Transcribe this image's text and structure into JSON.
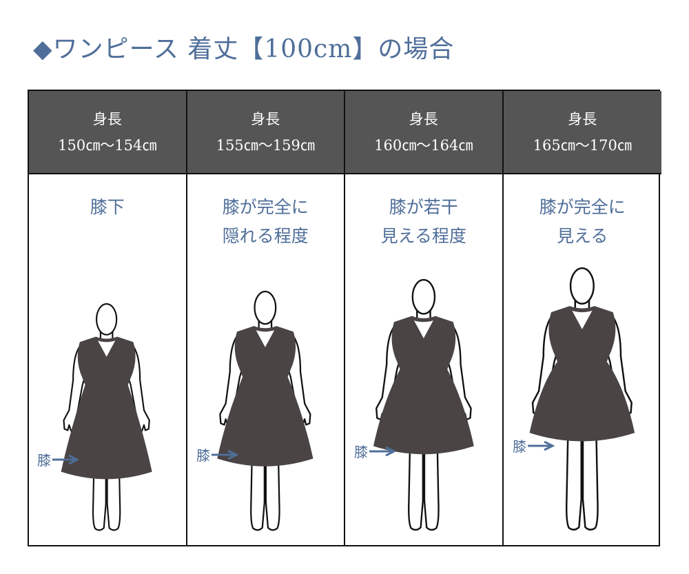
{
  "title": "◆ワンピース 着丈【100cm】の場合",
  "columns": [
    {
      "label": "身長",
      "range": "150㎝～154㎝",
      "desc": [
        "膝下"
      ],
      "knee_label": "膝"
    },
    {
      "label": "身長",
      "range": "155㎝～159㎝",
      "desc": [
        "膝が完全に",
        "隠れる程度"
      ],
      "knee_label": "膝"
    },
    {
      "label": "身長",
      "range": "160㎝～164㎝",
      "desc": [
        "膝が若干",
        "見える程度"
      ],
      "knee_label": "膝"
    },
    {
      "label": "身長",
      "range": "165㎝～170㎝",
      "desc": [
        "膝が完全に",
        "見える"
      ],
      "knee_label": "膝"
    }
  ],
  "colors": {
    "accent": "#4f6e99",
    "header_bg": "#555555",
    "dress": "#4a4444"
  }
}
